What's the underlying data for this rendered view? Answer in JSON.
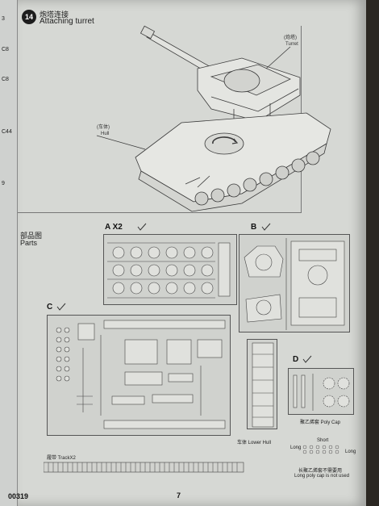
{
  "prev_page_labels": [
    "3",
    "C8",
    "C8",
    "C44",
    "9"
  ],
  "step": {
    "number": "14",
    "title_zh": "炮塔连接",
    "title_en": "Attaching turret",
    "turret_label_zh": "(炮塔)",
    "turret_label_en": "Turret",
    "hull_label_zh": "(车体)",
    "hull_label_en": "Hull"
  },
  "parts": {
    "title_zh": "部品图",
    "title_en": "Parts",
    "tree_a": "A X2",
    "tree_b": "B",
    "tree_c": "C",
    "tree_d": "D",
    "lower_hull": "车体 Lower Hull",
    "poly_cap": "聚乙烯套 Poly Cap",
    "short": "Short",
    "long_left": "Long",
    "long_right": "Long",
    "long_note_zh": "长聚乙烯套不需要用",
    "long_note_en": "Long poly cap is not used",
    "track": "履带 TrackX2"
  },
  "footer": {
    "code": "00319",
    "page": "7"
  }
}
